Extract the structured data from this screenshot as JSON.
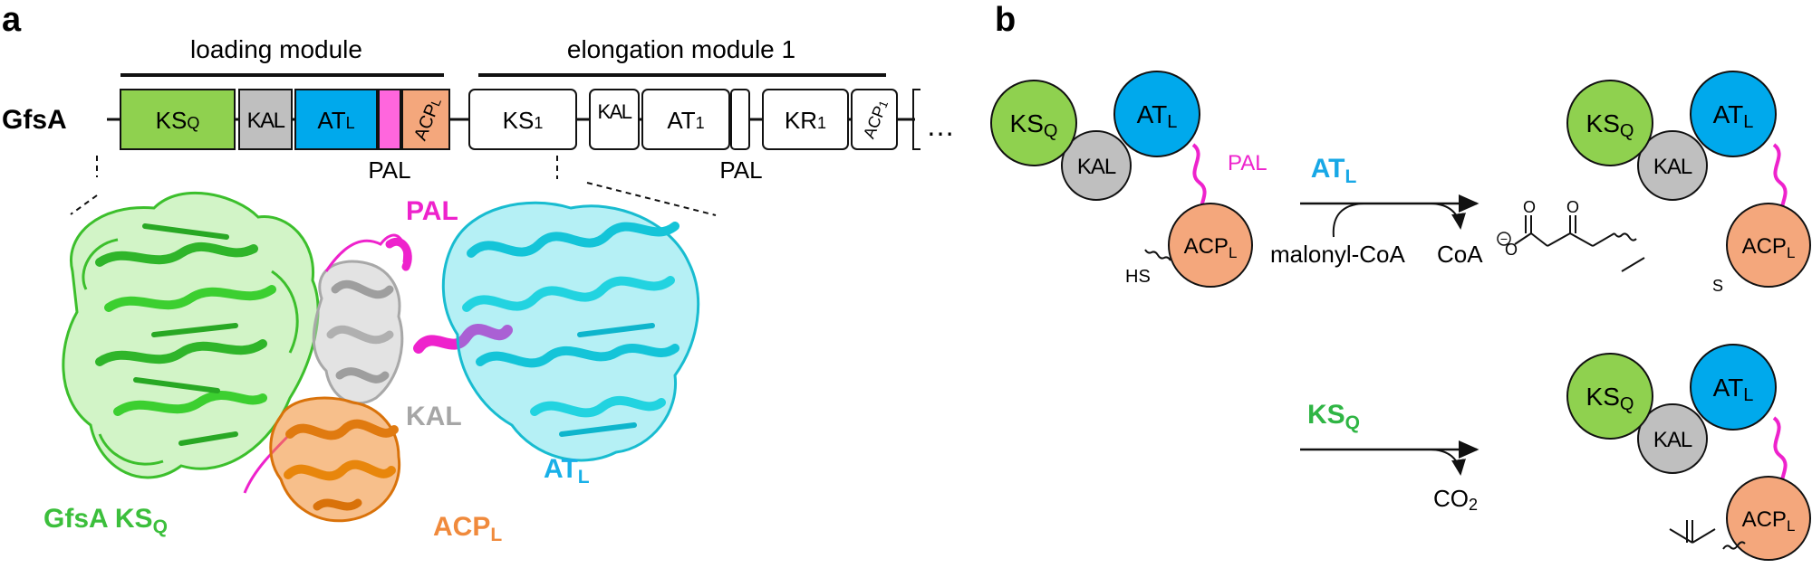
{
  "panel_a": {
    "letter": "a",
    "loading_module_label": "loading module",
    "elongation_module_label": "elongation module 1",
    "protein_label": "GfsA",
    "domains": {
      "ksq": {
        "main": "KS",
        "sub": "Q",
        "color": "#8fd14f"
      },
      "kal": {
        "main": "KAL",
        "color": "#bfbfbf"
      },
      "atl": {
        "main": "AT",
        "sub": "L",
        "color": "#00a9ec"
      },
      "pal_box_color": "#ff66dd",
      "acpl": {
        "main": "ACP",
        "sub": "L",
        "color": "#f4a77c"
      },
      "ks1": {
        "main": "KS",
        "sub": "1"
      },
      "kal2": {
        "main": "KAL"
      },
      "at1": {
        "main": "AT",
        "sub": "1"
      },
      "kr1": {
        "main": "KR",
        "sub": "1"
      },
      "acp1": {
        "main": "ACP",
        "sub": "1"
      },
      "ellipsis": "…"
    },
    "pal_label_1": "PAL",
    "pal_label_2": "PAL",
    "structure_labels": {
      "pal": {
        "text": "PAL",
        "color": "#ee22cc"
      },
      "kal": {
        "text": "KAL",
        "color": "#a6a6a6"
      },
      "atl": {
        "main": "AT",
        "sub": "L",
        "color": "#18b0e8"
      },
      "ksq": {
        "main": "GfsA KS",
        "sub": "Q",
        "color": "#3cbf3c"
      },
      "acpl": {
        "main": "ACP",
        "sub": "L",
        "color": "#f08a3c"
      }
    }
  },
  "panel_b": {
    "letter": "b",
    "circles": {
      "ksq": {
        "main": "KS",
        "sub": "Q"
      },
      "kal": "KAL",
      "atl": {
        "main": "AT",
        "sub": "L"
      },
      "acpl": {
        "main": "ACP",
        "sub": "L"
      }
    },
    "pal_label": "PAL",
    "hs_label": "HS",
    "reaction1": {
      "enzyme": {
        "main": "AT",
        "sub": "L",
        "color": "#18a8e6"
      },
      "substrate": "malonyl-CoA",
      "product": "CoA"
    },
    "reaction2": {
      "enzyme": {
        "main": "KS",
        "sub": "Q",
        "color": "#2fb544"
      },
      "product_main": "CO",
      "product_sub": "2"
    },
    "atoms": {
      "o": "O",
      "s": "S",
      "minus": "−"
    }
  },
  "colors": {
    "green": "#8fd14f",
    "gray": "#bfbfbf",
    "blue": "#00a9ec",
    "orange": "#f4a77c",
    "magenta": "#ee22cc",
    "cyan": "#22d3e0",
    "struct_green": "#4ccf3a",
    "struct_gray": "#b5b5b5",
    "struct_orange": "#e8860c"
  }
}
